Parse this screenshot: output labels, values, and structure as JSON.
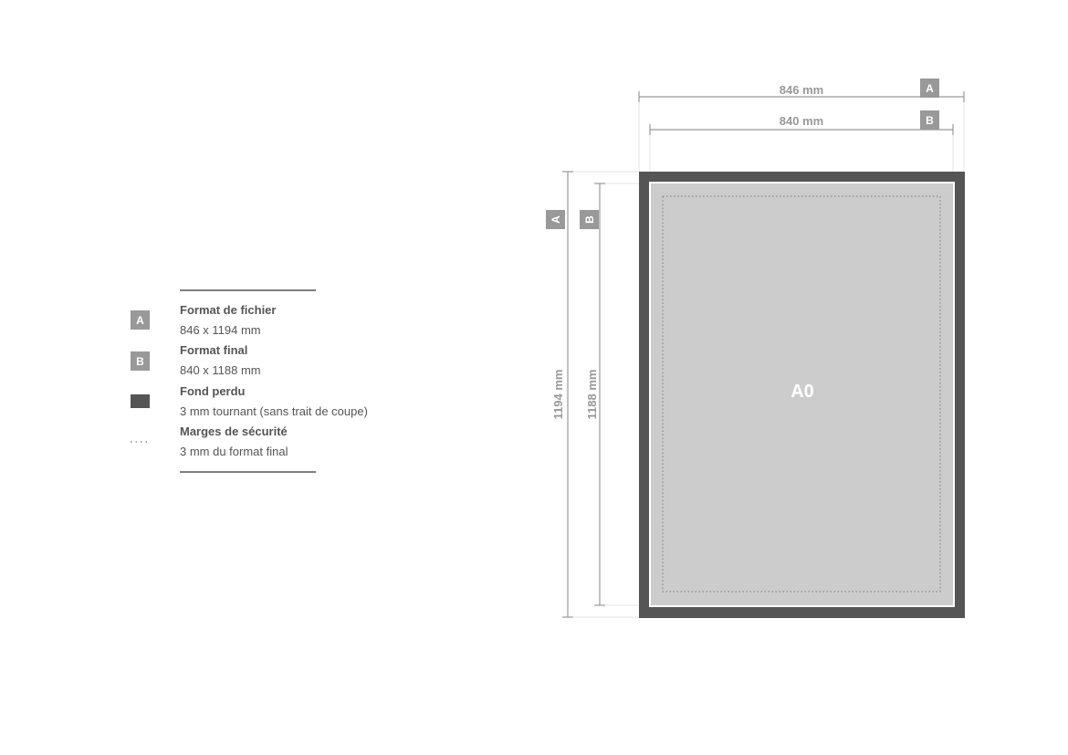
{
  "legend": {
    "items": [
      {
        "badge": "A",
        "title": "Format de fichier",
        "detail": "846 x 1194 mm"
      },
      {
        "badge": "B",
        "title": "Format final",
        "detail": "840 x 1188 mm"
      },
      {
        "badge": "",
        "title": "Fond perdu",
        "detail": "3 mm tournant (sans trait de coupe)"
      },
      {
        "badge": "",
        "title": "Marges de sécurité",
        "detail": "3 mm du format final"
      }
    ]
  },
  "dimensions": {
    "width_a": "846 mm",
    "width_b": "840 mm",
    "height_a": "1194 mm",
    "height_b": "1188 mm",
    "badge_a": "A",
    "badge_b": "B"
  },
  "format_label": "A0",
  "colors": {
    "bleed": "#555555",
    "trim_border": "#ffffff",
    "page_fill": "#cccccc",
    "dimension_line": "#999999",
    "badge_fill": "#999999",
    "text": "#555555"
  }
}
